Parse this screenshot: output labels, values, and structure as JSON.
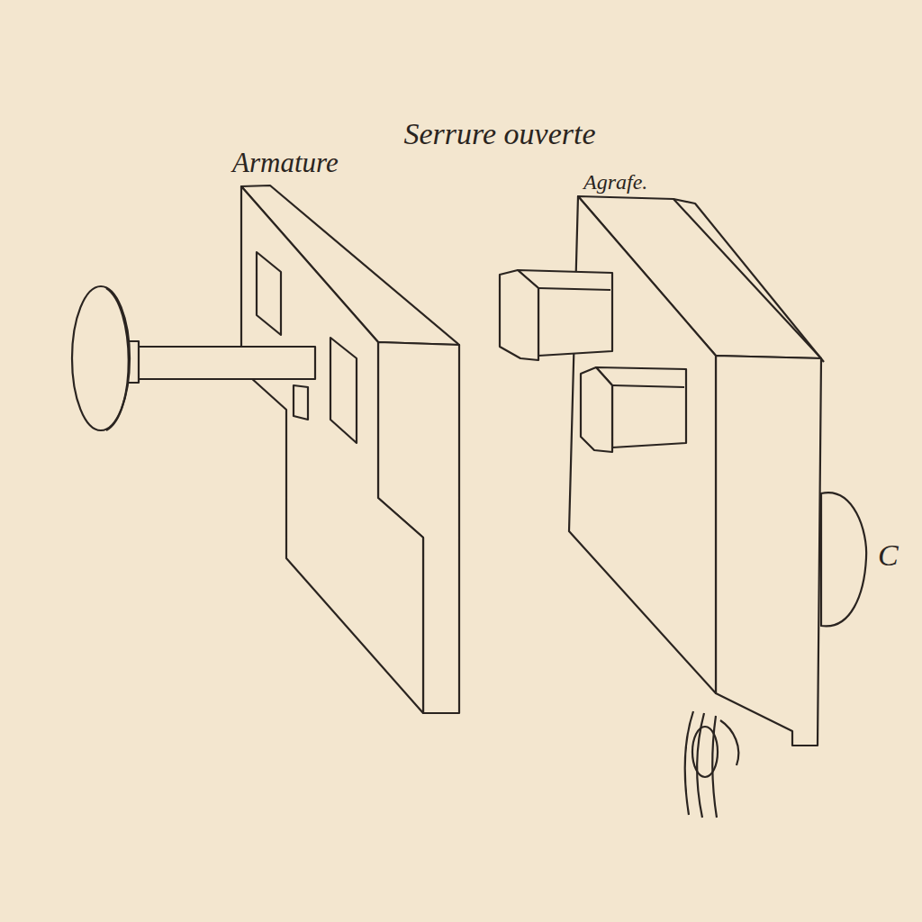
{
  "diagram": {
    "title": "Serrure ouverte",
    "labels": [
      "Armature",
      "Agrafe.",
      "C"
    ]
  }
}
